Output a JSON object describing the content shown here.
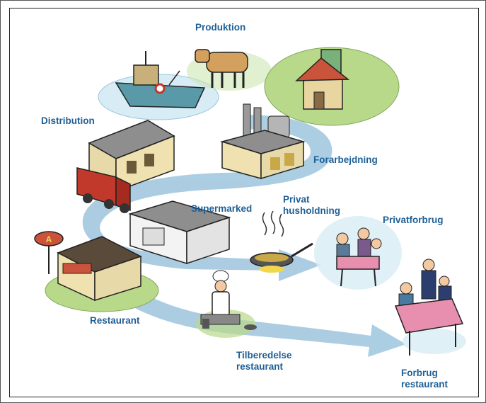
{
  "labels": {
    "produktion": "Produktion",
    "distribution": "Distribution",
    "forarbejdning": "Forarbejdning",
    "supermarked": "Supermarked",
    "privat_husholdning": "Privat\nhusholdning",
    "privatforbrug": "Privatforbrug",
    "restaurant": "Restaurant",
    "tilberedelse_restaurant": "Tilberedelse\nrestaurant",
    "forbrug_restaurant": "Forbrug\nrestaurant",
    "restaurant_sign": "A"
  },
  "colors": {
    "arrow": "#a8cbe0",
    "label": "#1f5f96",
    "truck": "#c0392b",
    "grass": "#b9d98a",
    "roof_red": "#c9533b",
    "tablecloth": "#e88fb0"
  }
}
